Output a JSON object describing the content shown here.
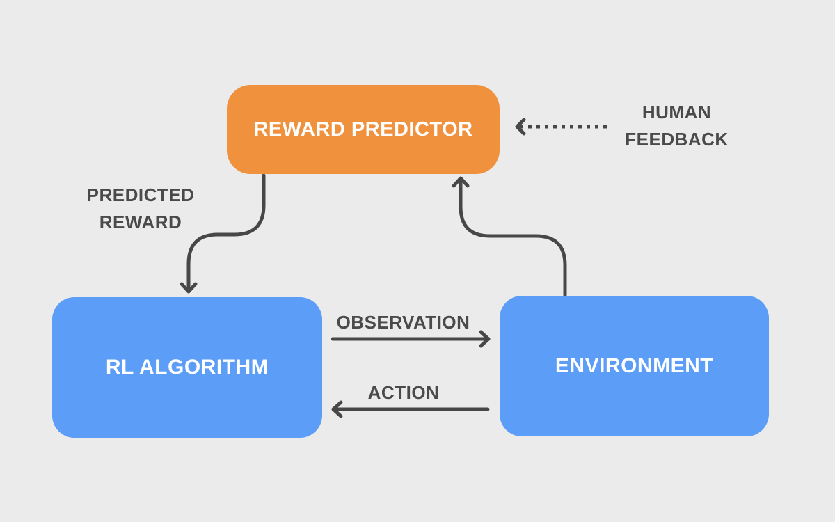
{
  "colors": {
    "background": "#ebebeb",
    "reward_predictor": "#f0913e",
    "rl_algorithm": "#5b9df7",
    "environment": "#5b9df7",
    "arrow": "#474747",
    "label_text": "#4a4a4a"
  },
  "nodes": {
    "reward_predictor": "REWARD PREDICTOR",
    "rl_algorithm": "RL ALGORITHM",
    "environment": "ENVIRONMENT"
  },
  "labels": {
    "human_feedback": [
      "HUMAN",
      "FEEDBACK"
    ],
    "predicted_reward": [
      "PREDICTED",
      "REWARD"
    ],
    "observation": "OBSERVATION",
    "action": "ACTION"
  },
  "edges": [
    {
      "from": "human_feedback",
      "to": "reward_predictor",
      "style": "dotted"
    },
    {
      "from": "reward_predictor",
      "to": "rl_algorithm",
      "label": "predicted_reward"
    },
    {
      "from": "rl_algorithm",
      "to": "environment",
      "label": "observation"
    },
    {
      "from": "environment",
      "to": "rl_algorithm",
      "label": "action"
    },
    {
      "from": "environment",
      "to": "reward_predictor"
    }
  ]
}
